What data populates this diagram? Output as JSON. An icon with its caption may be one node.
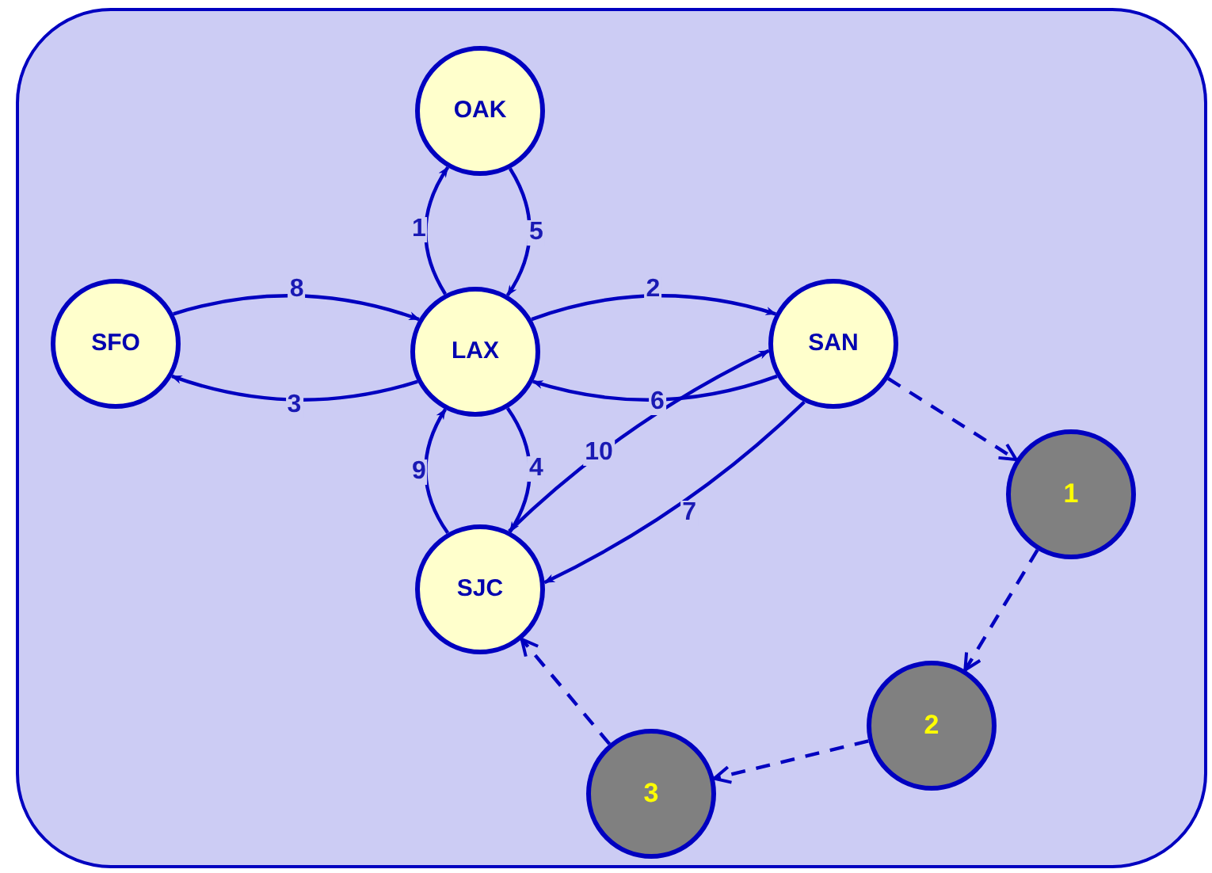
{
  "diagram": {
    "nodes": [
      {
        "text": [],
        "shape": "box"
      },
      {
        "text": [
          "OAK"
        ],
        "in": 0
      },
      {
        "text": [
          "SFO"
        ],
        "in": 0
      },
      {
        "text": [
          "LAX"
        ],
        "in": 0
      },
      {
        "text": [
          "SAN"
        ],
        "in": 0
      },
      {
        "text": [
          "SJC"
        ],
        "in": 0
      },
      {
        "text": [
          "1"
        ],
        "in": 0
      },
      {
        "text": [
          "2"
        ],
        "in": 0
      },
      {
        "text": [
          "3"
        ],
        "in": 0
      }
    ],
    "edges": [
      {
        "from": 3,
        "to": 1,
        "arrow": "to",
        "label": "1"
      },
      {
        "from": 3,
        "to": 4,
        "arrow": "to",
        "label": "2"
      },
      {
        "from": 3,
        "to": 2,
        "arrow": "to",
        "label": "3"
      },
      {
        "from": 3,
        "to": 5,
        "arrow": "to",
        "label": "4"
      },
      {
        "from": 1,
        "to": 3,
        "arrow": "to",
        "label": "5"
      },
      {
        "from": 4,
        "to": 3,
        "arrow": "to",
        "label": "6"
      },
      {
        "from": 4,
        "to": 5,
        "arrow": "to",
        "label": "7"
      },
      {
        "from": 2,
        "to": 3,
        "arrow": "to",
        "label": "8"
      },
      {
        "from": 5,
        "to": 3,
        "arrow": "to",
        "label": "9"
      },
      {
        "from": 5,
        "to": 4,
        "arrow": "to",
        "label": "10"
      },
      {
        "from": 4,
        "to": 6,
        "arrow": "to",
        "style": "dashed"
      },
      {
        "from": 6,
        "to": 7,
        "arrow": "to",
        "style": "dashed"
      },
      {
        "from": 7,
        "to": 8,
        "arrow": "to",
        "style": "dashed"
      },
      {
        "from": 8,
        "to": 5,
        "arrow": "to",
        "style": "dashed"
      }
    ]
  }
}
